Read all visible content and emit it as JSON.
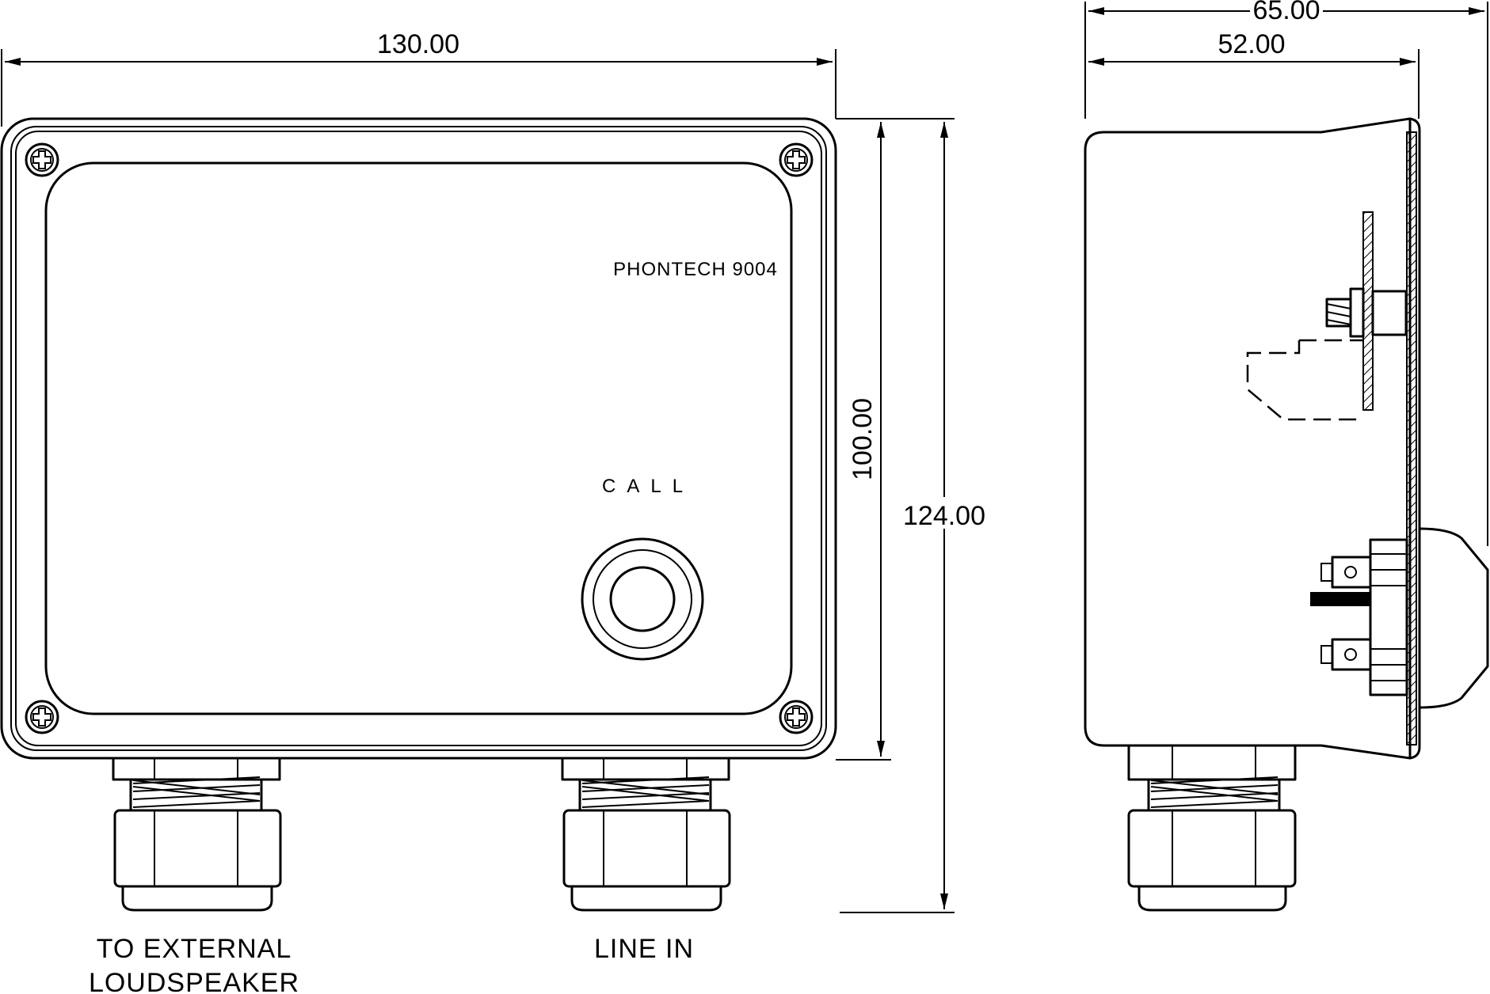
{
  "dimensions": {
    "front_width": "130.00",
    "front_height": "100.00",
    "overall_height": "124.00",
    "side_depth_total": "65.00",
    "side_depth_body": "52.00"
  },
  "labels": {
    "brand": "PHONTECH 9004",
    "call_button": "CALL",
    "left_gland_line1": "TO EXTERNAL",
    "left_gland_line2": "LOUDSPEAKER",
    "right_gland": "LINE IN"
  },
  "colors": {
    "ink": "#000000",
    "paper": "#ffffff"
  }
}
